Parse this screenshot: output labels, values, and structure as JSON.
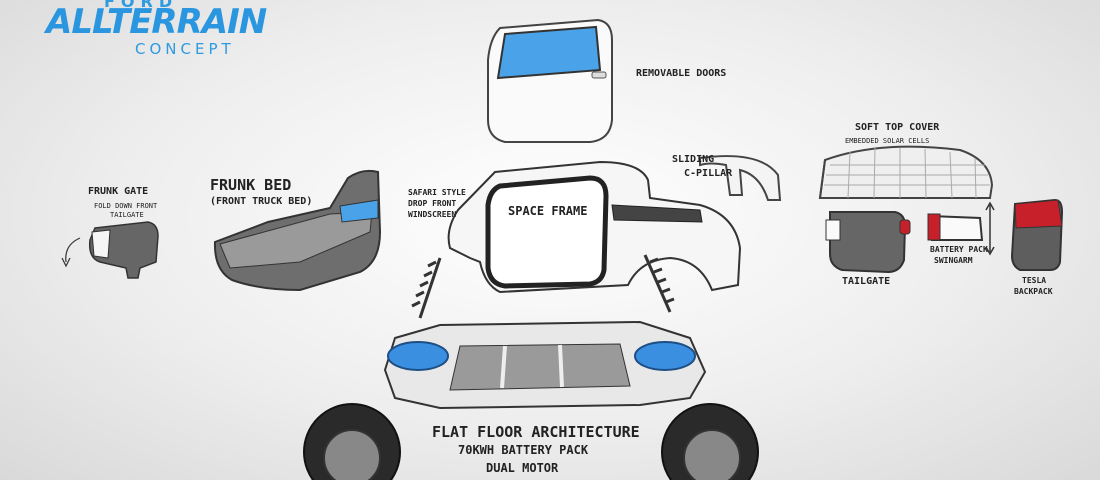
{
  "logo": {
    "top": "FORD",
    "main": "ALLTERRAIN",
    "sub": "CONCEPT"
  },
  "labels": {
    "doors": "Removable Doors",
    "soft_top": "Soft Top Cover",
    "soft_top_sub": "Embedded Solar Cells",
    "sliding_pillar_1": "Sliding",
    "sliding_pillar_2": "C-Pillar",
    "frunk_gate": "Frunk Gate",
    "frunk_gate_sub_1": "Fold Down Front",
    "frunk_gate_sub_2": "Tailgate",
    "frunk_bed": "Frunk Bed",
    "frunk_bed_sub": "(Front Truck Bed)",
    "safari_1": "Safari Style",
    "safari_2": "Drop Front",
    "safari_3": "Windscreen",
    "space_frame": "Space Frame",
    "tailgate": "Tailgate",
    "battery_1": "Battery Pack",
    "battery_2": "Swingarm",
    "backpack_1": "Tesla",
    "backpack_2": "Backpack",
    "floor_1": "Flat Floor Architecture",
    "floor_2": "70kWh Battery Pack",
    "floor_3": "Dual Motor"
  },
  "colors": {
    "accent": "#2a96df",
    "glass": "#4aa3e8",
    "red": "#c8202a",
    "dark": "#555555"
  }
}
